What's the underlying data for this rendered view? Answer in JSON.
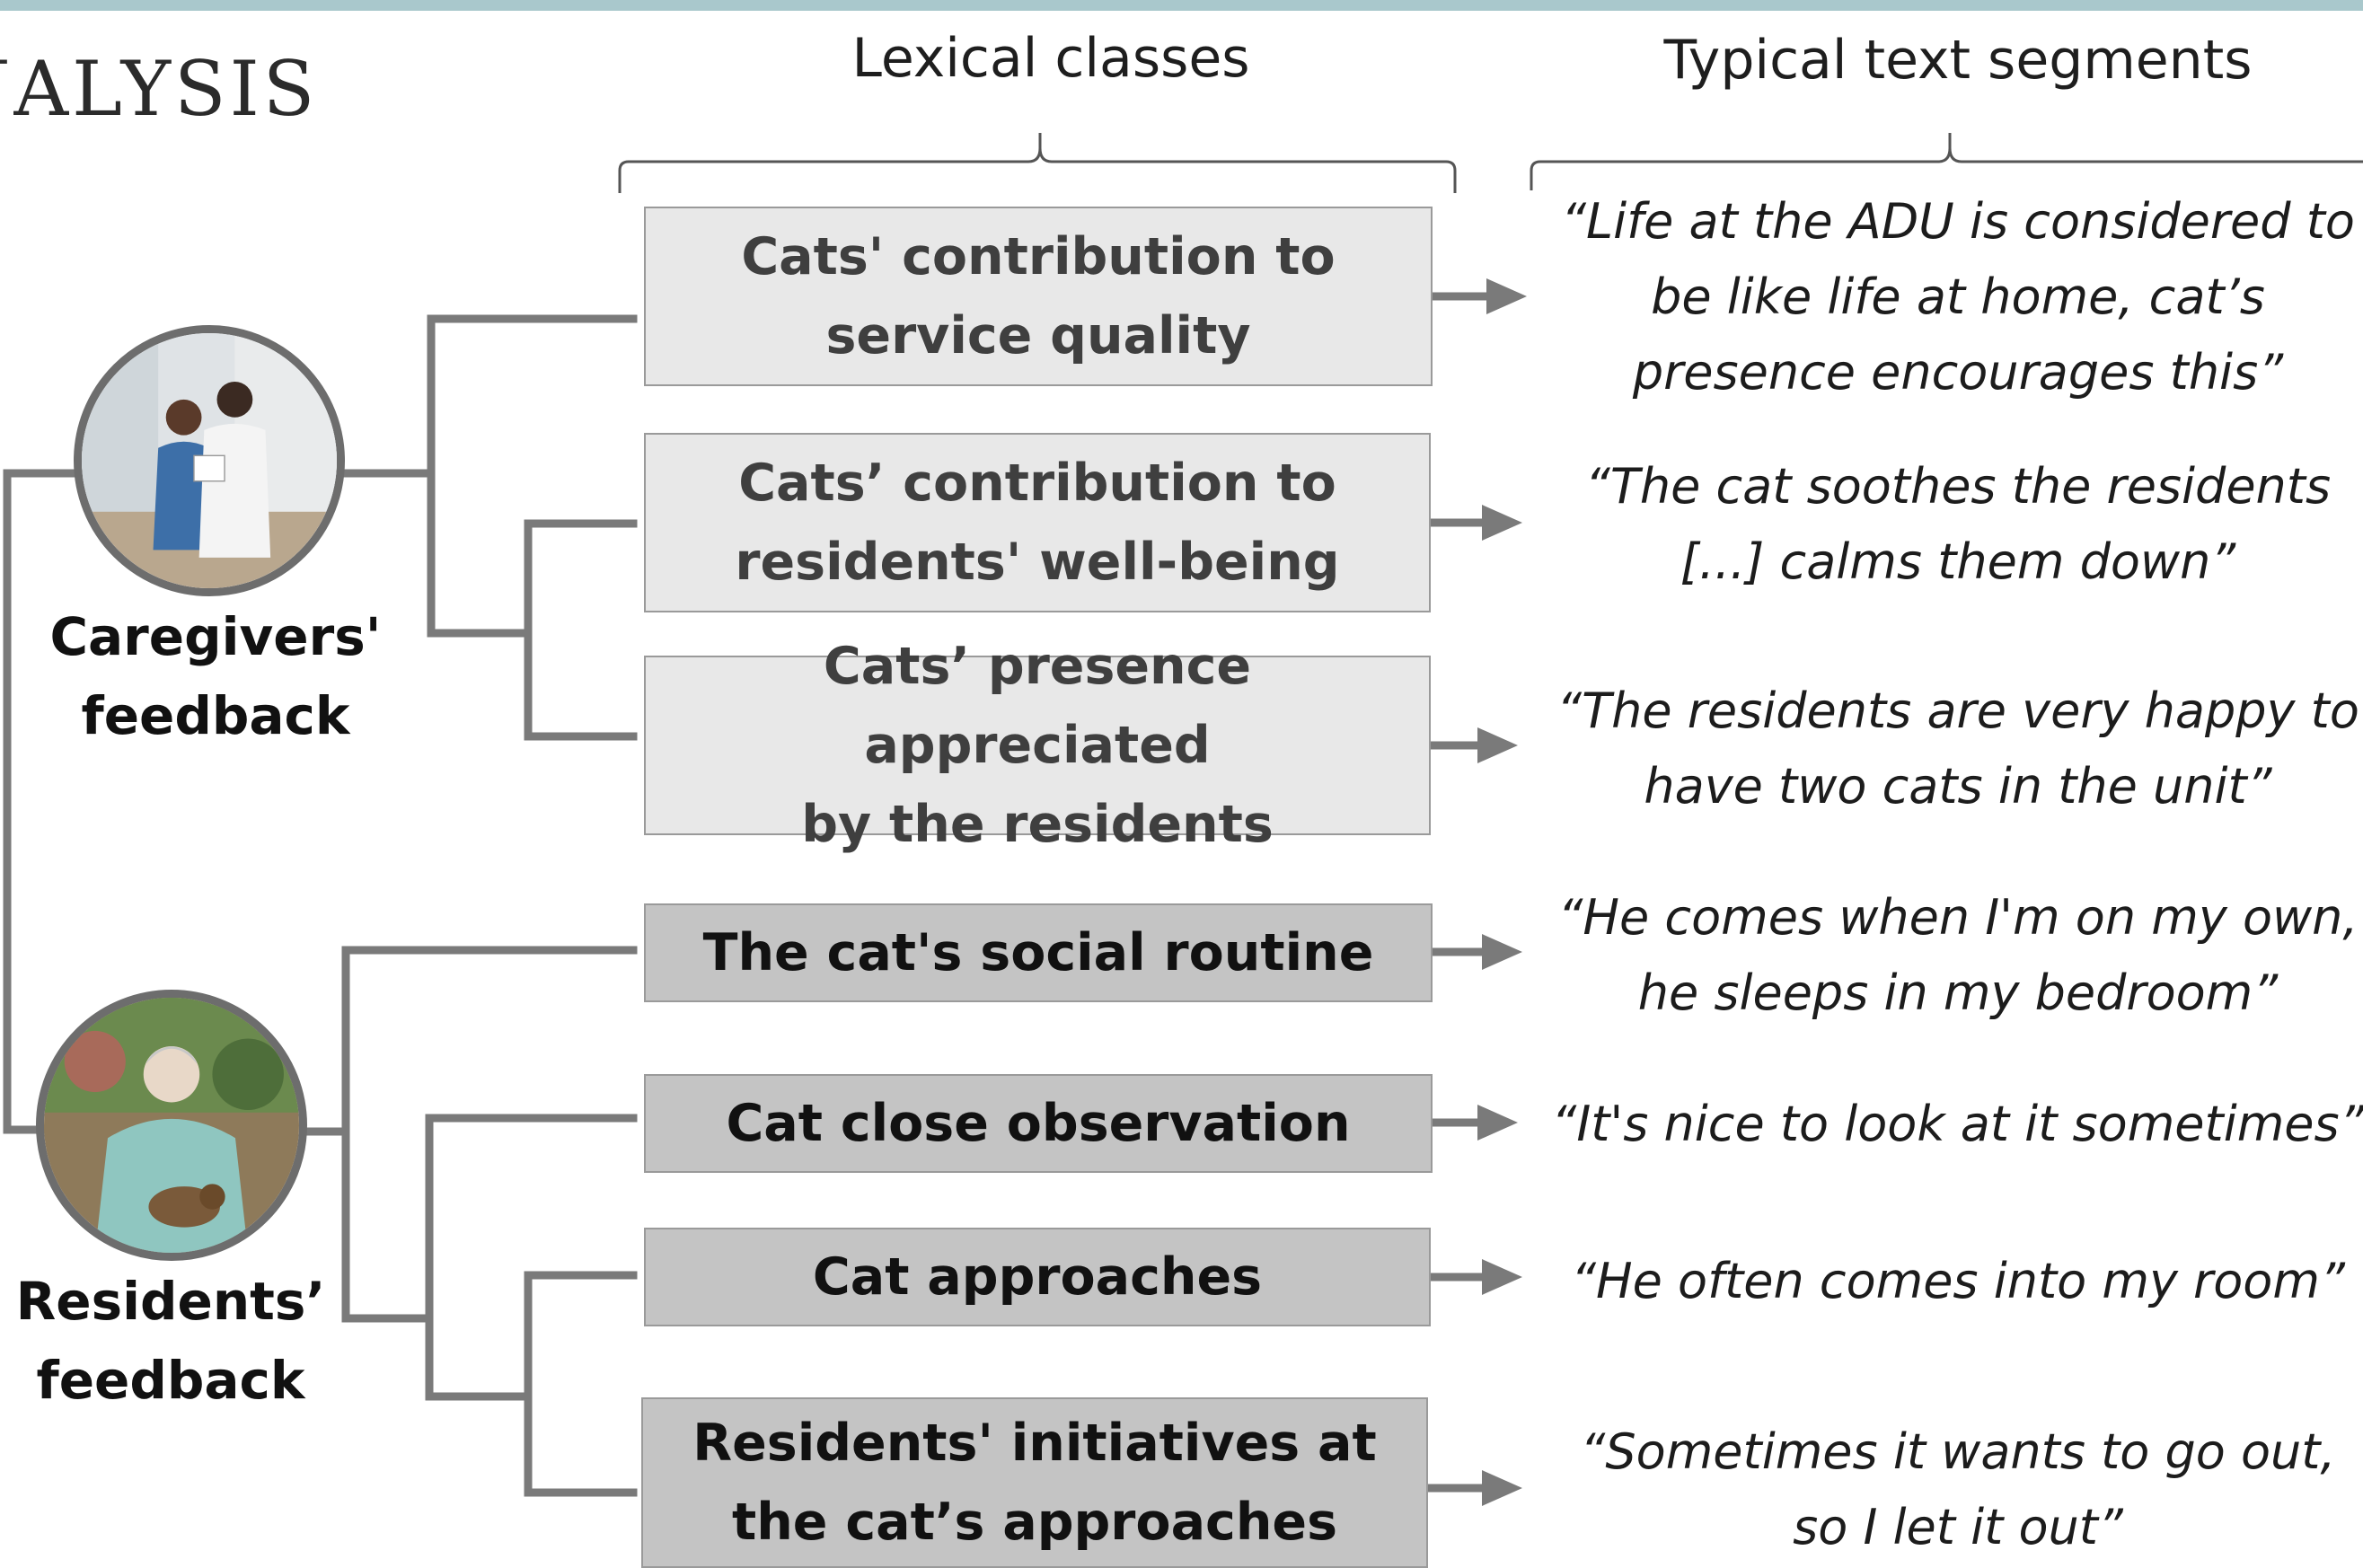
{
  "heading": "NALYSIS",
  "columns": {
    "classes": "Lexical classes",
    "segments": "Typical text segments"
  },
  "groups": {
    "caregivers": "Caregivers'\nfeedback",
    "residents": "Residents’\nfeedback"
  },
  "photos": {
    "caregivers": "caregivers-photo",
    "residents": "resident-with-cat-photo"
  },
  "classes": [
    {
      "label": "Cats' contribution to\nservice quality",
      "group": "caregivers",
      "quote": "“Life at the ADU is considered to\nbe like life at home, cat’s\npresence encourages this”"
    },
    {
      "label": "Cats’ contribution to\nresidents' well-being",
      "group": "caregivers",
      "quote": "“The cat soothes the residents\n[...] calms them down”"
    },
    {
      "label": "Cats’ presence appreciated\nby the residents",
      "group": "caregivers",
      "quote": "“The residents are very happy to\nhave two cats in the unit”"
    },
    {
      "label": "The cat's social routine",
      "group": "residents",
      "quote": "“He comes when I'm on my own,\nhe sleeps in my bedroom”"
    },
    {
      "label": "Cat close observation",
      "group": "residents",
      "quote": "“It's nice to look at it sometimes”"
    },
    {
      "label": "Cat approaches",
      "group": "residents",
      "quote": "“He often comes into my room”"
    },
    {
      "label": "Residents' initiatives at\nthe cat’s approaches",
      "group": "residents",
      "quote": "“Sometimes it wants to go out,\nso I let it out”"
    }
  ],
  "colors": {
    "caregiver_box": "#e8e8e8",
    "resident_box": "#c4c4c4",
    "connector": "#7a7a7a",
    "top_bar": "#a9c8cc"
  }
}
